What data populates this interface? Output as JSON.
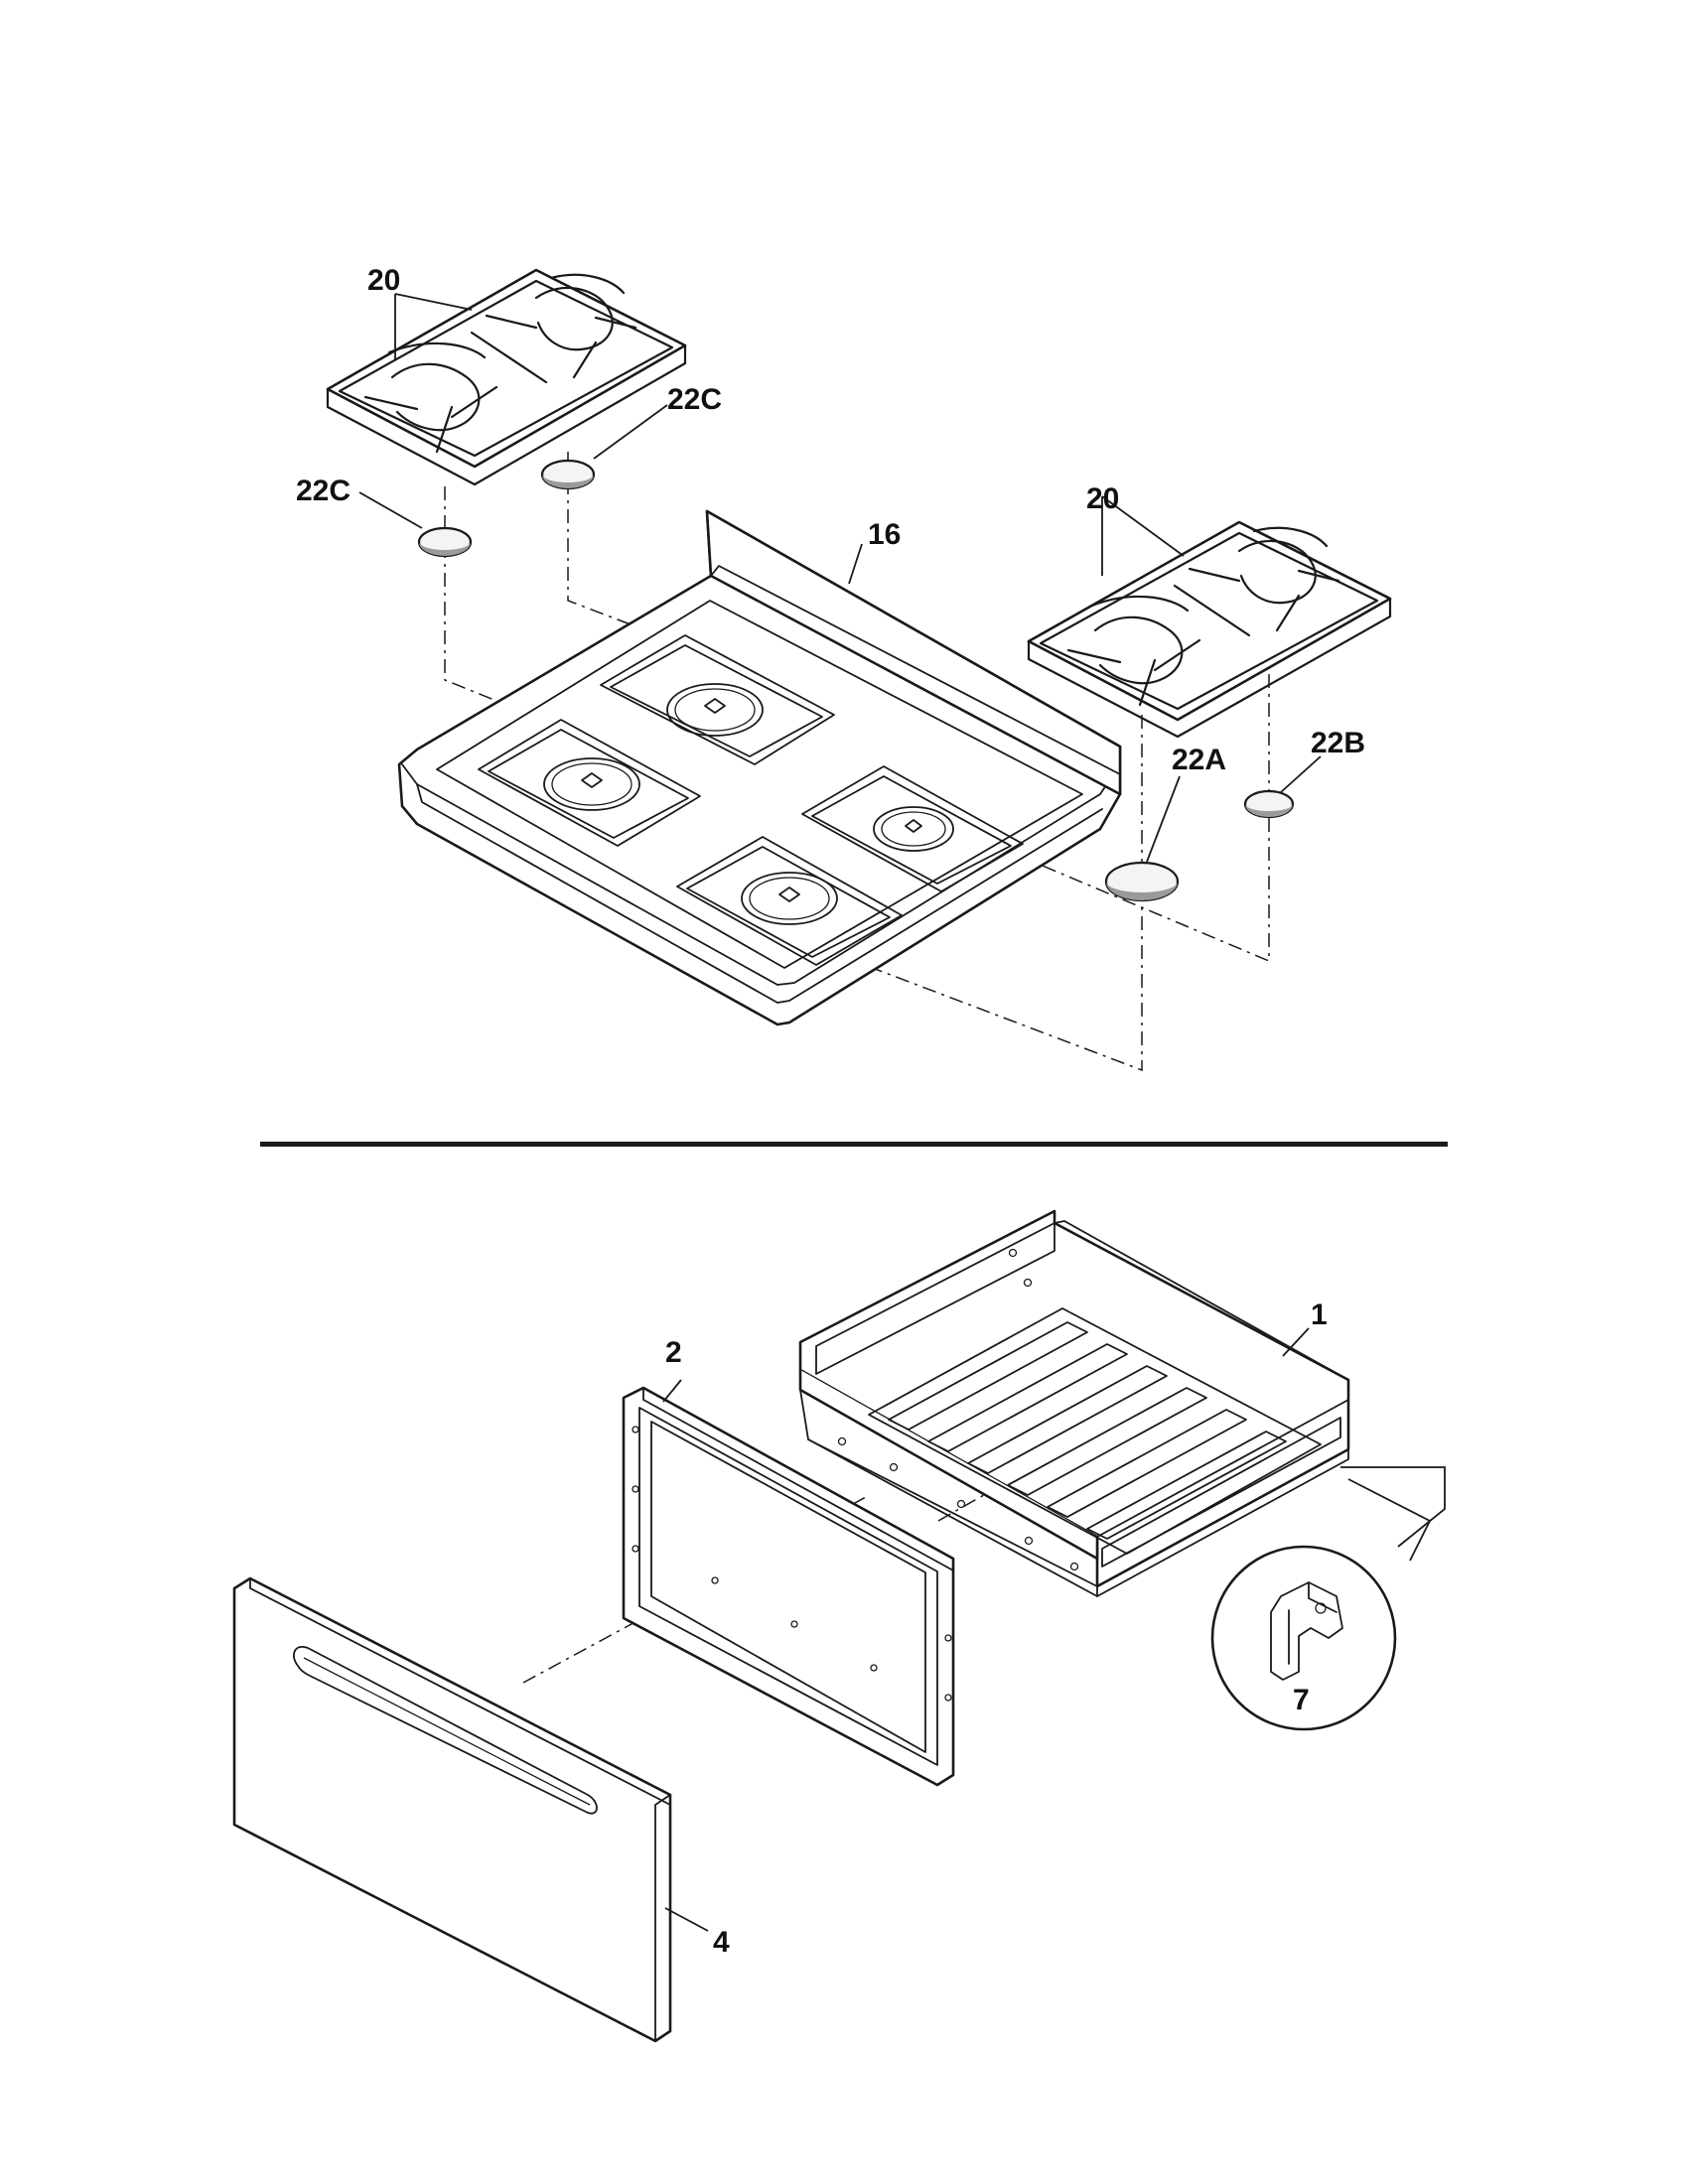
{
  "labels": {
    "grate_left": "20",
    "grate_right": "20",
    "cap_left_a": "22C",
    "cap_left_b": "22C",
    "cooktop": "16",
    "cap_right_a": "22A",
    "cap_right_b": "22B",
    "drawer_body": "1",
    "drawer_liner": "2",
    "drawer_front": "4",
    "slide_clip": "7"
  }
}
